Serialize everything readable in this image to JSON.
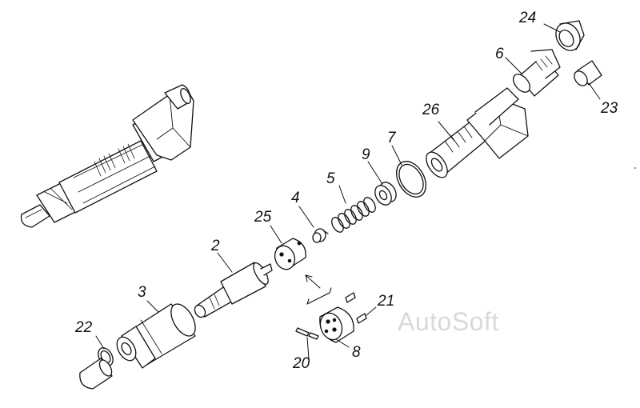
{
  "watermark": "AutoSoft",
  "labels": {
    "p24": "24",
    "p6": "6",
    "p23": "23",
    "p26": "26",
    "p7": "7",
    "p9": "9",
    "p5": "5",
    "p4": "4",
    "p25": "25",
    "p2": "2",
    "p3": "3",
    "p21": "21",
    "p22": "22",
    "p8": "8",
    "p20": "20"
  }
}
